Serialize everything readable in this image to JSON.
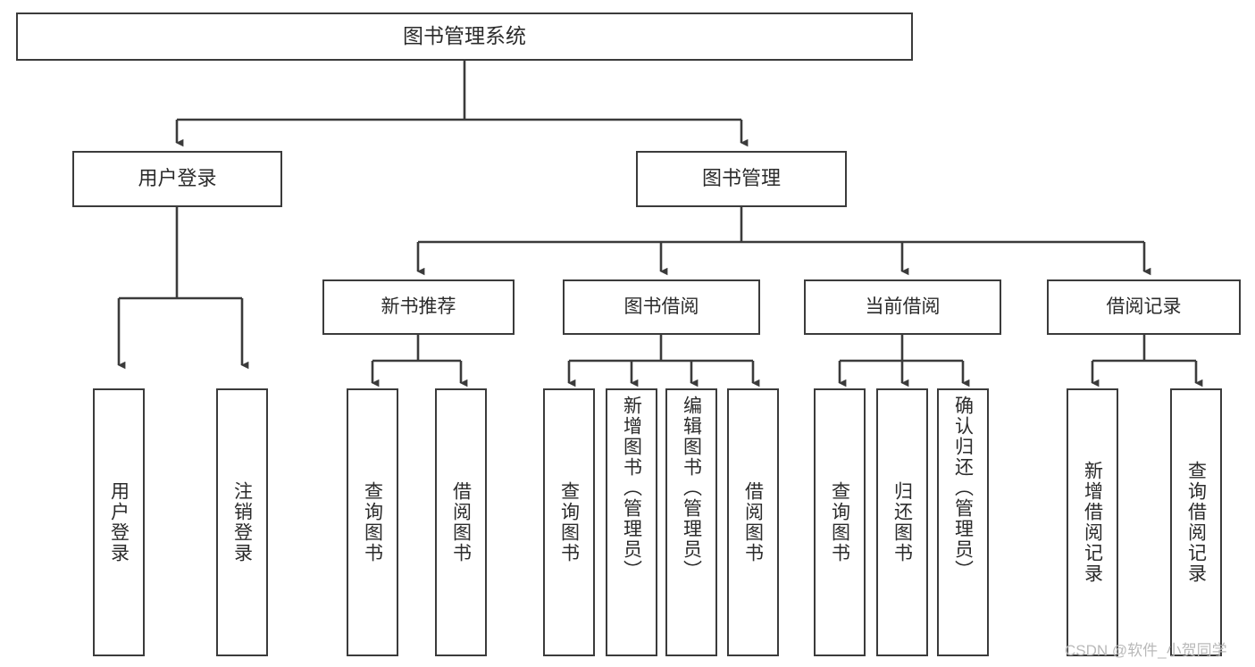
{
  "diagram": {
    "title": "图书管理系统",
    "type": "hierarchy-tree",
    "watermark": "CSDN @软件_小贺同学",
    "colors": {
      "border": "#3b3b3b",
      "background": "#ffffff",
      "text": "#2b2b2b",
      "watermark": "#b9b9b9"
    }
  },
  "nodes": {
    "root": {
      "label": "图书管理系统"
    },
    "level2": [
      {
        "label": "用户登录"
      },
      {
        "label": "图书管理"
      }
    ],
    "level3": [
      {
        "label": "新书推荐"
      },
      {
        "label": "图书借阅"
      },
      {
        "label": "当前借阅"
      },
      {
        "label": "借阅记录"
      }
    ],
    "leaves": {
      "user_login": [
        {
          "label": "用户登录"
        },
        {
          "label": "注销登录"
        }
      ],
      "new_book": [
        {
          "label": "查询图书"
        },
        {
          "label": "借阅图书"
        }
      ],
      "book_borrow": [
        {
          "label": "查询图书"
        },
        {
          "label": "新增图书（管理员）"
        },
        {
          "label": "编辑图书（管理员）"
        },
        {
          "label": "借阅图书"
        }
      ],
      "current_borrow": [
        {
          "label": "查询图书"
        },
        {
          "label": "归还图书"
        },
        {
          "label": "确认归还（管理员）"
        }
      ],
      "borrow_record": [
        {
          "label": "新增借阅记录"
        },
        {
          "label": "查询借阅记录"
        }
      ]
    }
  }
}
